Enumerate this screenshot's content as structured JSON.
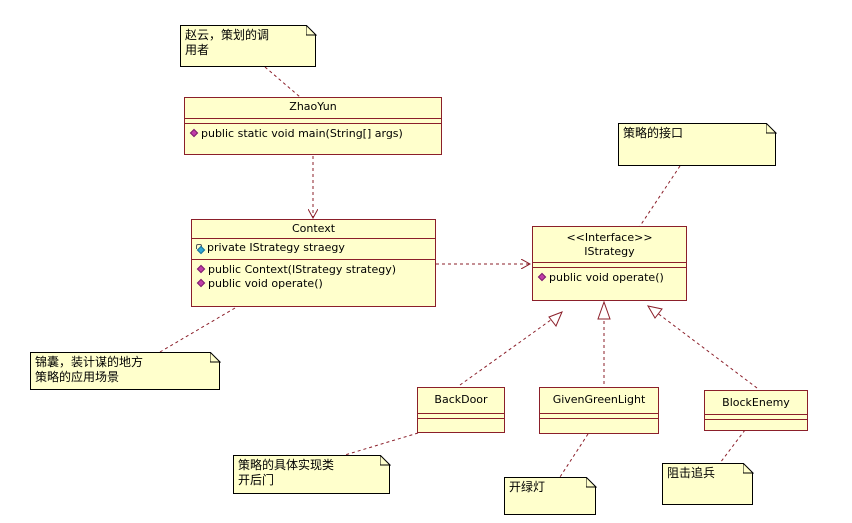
{
  "classes": {
    "zhaoyun": {
      "name": "ZhaoYun",
      "operations": [
        "public static void main(String[] args)"
      ]
    },
    "context": {
      "name": "Context",
      "attributes": [
        "private IStrategy straegy"
      ],
      "operations": [
        "public Context(IStrategy strategy)",
        "public void operate()"
      ]
    },
    "istrategy": {
      "stereotype": "<<Interface>>",
      "name": "IStrategy",
      "operations": [
        "public void operate()"
      ]
    },
    "backdoor": {
      "name": "BackDoor"
    },
    "givengreenlight": {
      "name": "GivenGreenLight"
    },
    "blockenemy": {
      "name": "BlockEnemy"
    }
  },
  "notes": {
    "zhaoyun_note": "赵云，策划的调\n用者",
    "interface_note": "策略的接口",
    "context_note": "锦囊，装计谋的地方\n策略的应用场景",
    "backdoor_note": "策略的具体实现类\n开后门",
    "greenlight_note": "开绿灯",
    "blockenemy_note": "阻击追兵"
  },
  "colors": {
    "class_fill": "#ffffcc",
    "class_border": "#8b1f2a",
    "operation_icon": "#c03ca8",
    "attribute_icon": "#2fa7d6"
  }
}
